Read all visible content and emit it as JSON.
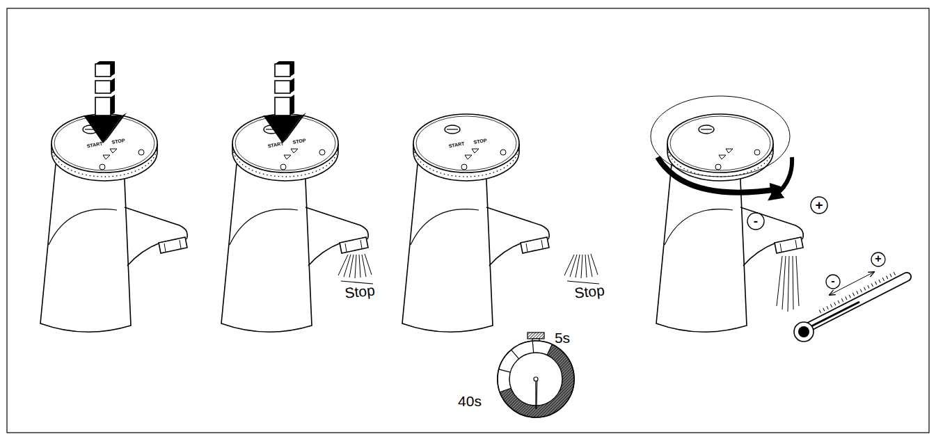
{
  "diagram": {
    "labels": [
      "START",
      "STOP",
      "START",
      "STOP",
      "Stop",
      "START",
      "STOP",
      "Stop",
      "5s",
      "40s",
      "+",
      "-",
      "+",
      "-"
    ]
  }
}
